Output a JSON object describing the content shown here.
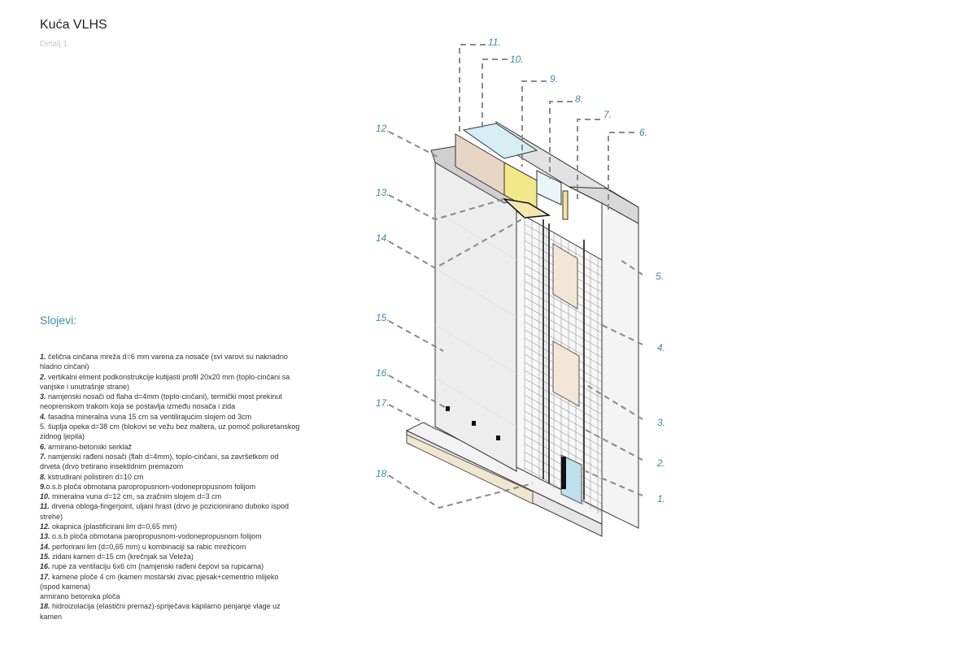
{
  "header": {
    "title": "Kuća VLHS",
    "subtitle": "Detalj 1"
  },
  "legend": {
    "heading": "Slojevi:",
    "items": [
      {
        "num": "1.",
        "text": " čelična cinčana mreža d=6 mm  varena za nosače (svi varovi su naknadno hladno cinčani)"
      },
      {
        "num": "2.",
        "text": " vertikalni elment podkonstrukcije kutijasti profil 20x20 mm (toplo-cinčani sa vanjske i unutrašnje strane)"
      },
      {
        "num": "3.",
        "text": " namjenski nosači od flaha d=4mm (toplo-cinčani), termički most prekinut neoprenskom trakom koja se postavlja između nosača i zida"
      },
      {
        "num": "4.",
        "text": " fasadna mineralna vuna 15 cm sa ventilirajućim slojem od 3cm"
      },
      {
        "num": "",
        "text": "5. šuplja opeka d=38 cm (blokovi se vežu bez maltera, uz pomoč poliuretanskog zidnog ljepila)"
      },
      {
        "num": "6.",
        "text": " armirano-betonski serklaž"
      },
      {
        "num": "7.",
        "text": " namjenski rađeni nosači (flah d=4mm), toplo-cinčani, sa završetkom od drveta (drvo tretirano insektidnim premazom"
      },
      {
        "num": "8.",
        "text": " kstrudirani polistiren d=10 cm"
      },
      {
        "num": "9.",
        "text": "o.s.b ploča obmotana paropropusnom-vodonepropusnom folijom"
      },
      {
        "num": "10.",
        "text": " mineralna vuna d=12 cm, sa zračnim slojem d=3 cm"
      },
      {
        "num": "11.",
        "text": " drvena obloga-fingerjoint, uljani hrast (drvo je pozicionirano duboko ispod strehe)"
      },
      {
        "num": "12.",
        "text": " okapnica (plastificirani lim d=0,65 mm)"
      },
      {
        "num": "13.",
        "text": " o.s.b ploča obmotana paropropusnom-vodonepropusnom folijom"
      },
      {
        "num": "14.",
        "text": " perforirani lim (d=0,65 mm) u kombinaciji sa rabic mrežicom"
      },
      {
        "num": "15.",
        "text": " zidani kamen d=15 cm (krečnjak sa Veleža)"
      },
      {
        "num": "16.",
        "text": " rupe za ventilaciju 6x6 cm (namjenski rađeni čepovi sa rupicama)"
      },
      {
        "num": "17.",
        "text": " kamene ploče 4 cm (kamen mostarski zivac pjesak+cementno mlijeko (ispod kamena)"
      },
      {
        "num": "",
        "text": "armirano betonska ploča"
      },
      {
        "num": "18.",
        "text": " hidroizolacija (elastični premaz)-spriječava kapilarno penjanje vlage uz kamen"
      }
    ]
  },
  "callouts": [
    "1.",
    "2.",
    "3.",
    "4.",
    "5.",
    "6.",
    "7.",
    "8.",
    "9.",
    "10.",
    "11.",
    "12.",
    "13.",
    "14.",
    "15.",
    "16.",
    "17.",
    "18."
  ],
  "colors": {
    "accent": "#3a8fa0",
    "leader": "#8a8a8a"
  }
}
